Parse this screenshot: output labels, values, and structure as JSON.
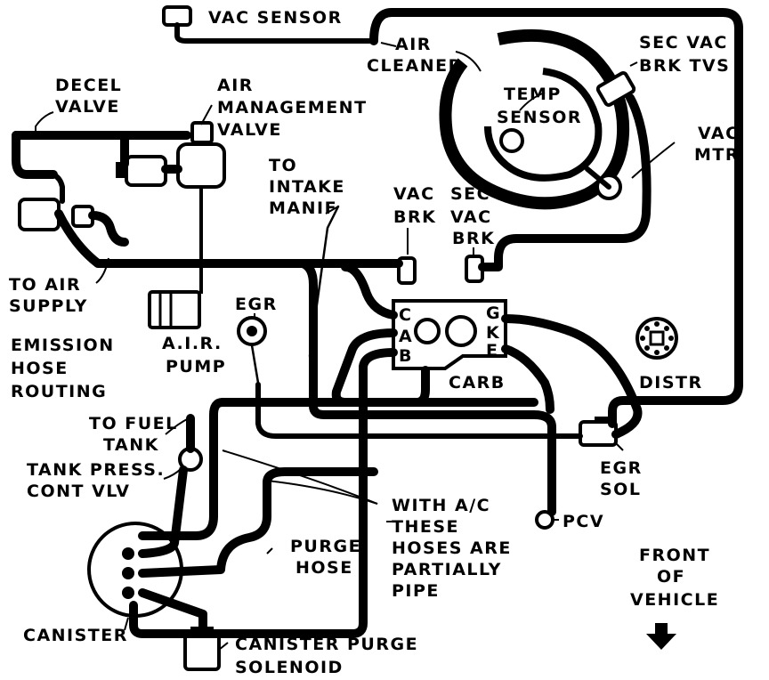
{
  "labels": {
    "vac_sensor": "VAC SENSOR",
    "air_cleaner": [
      "AIR",
      "CLEANER"
    ],
    "temp_sensor": [
      "TEMP",
      "SENSOR"
    ],
    "sec_vac_brk_tvs": [
      "SEC VAC",
      "BRK TVS"
    ],
    "vac_mtr": [
      "VAC",
      "MTR"
    ],
    "decel_valve": [
      "DECEL",
      "VALVE"
    ],
    "air_management_valve": [
      "AIR",
      "MANAGEMENT",
      "VALVE"
    ],
    "to_intake_manif": [
      "TO",
      "INTAKE",
      "MANIF"
    ],
    "vac_brk": [
      "VAC",
      "BRK"
    ],
    "sec_vac_brk": [
      "SEC",
      "VAC",
      "BRK"
    ],
    "to_air_supply": [
      "TO AIR",
      "SUPPLY"
    ],
    "egr": "EGR",
    "air_pump": [
      "A.I.R.",
      "PUMP"
    ],
    "emission_hose_routing": [
      "EMISSION",
      "HOSE",
      "ROUTING"
    ],
    "carb_ports_left": [
      "C",
      "A",
      "B"
    ],
    "carb_ports_right": [
      "G",
      "K",
      "E"
    ],
    "carb": "CARB",
    "distr": "DISTR",
    "to_fuel_tank": [
      "TO FUEL",
      "TANK"
    ],
    "tank_press_cont_vlv": [
      "TANK PRESS.",
      "CONT VLV"
    ],
    "egr_sol": [
      "EGR",
      "SOL"
    ],
    "with_ac_note": [
      "WITH A/C",
      "THESE",
      "HOSES ARE",
      "PARTIALLY",
      "PIPE"
    ],
    "pcv": "PCV",
    "purge_hose": [
      "PURGE",
      "HOSE"
    ],
    "front_of_vehicle": [
      "FRONT",
      "OF",
      "VEHICLE"
    ],
    "canister": "CANISTER",
    "canister_purge_solenoid": [
      "CANISTER PURGE",
      "SOLENOID"
    ]
  }
}
